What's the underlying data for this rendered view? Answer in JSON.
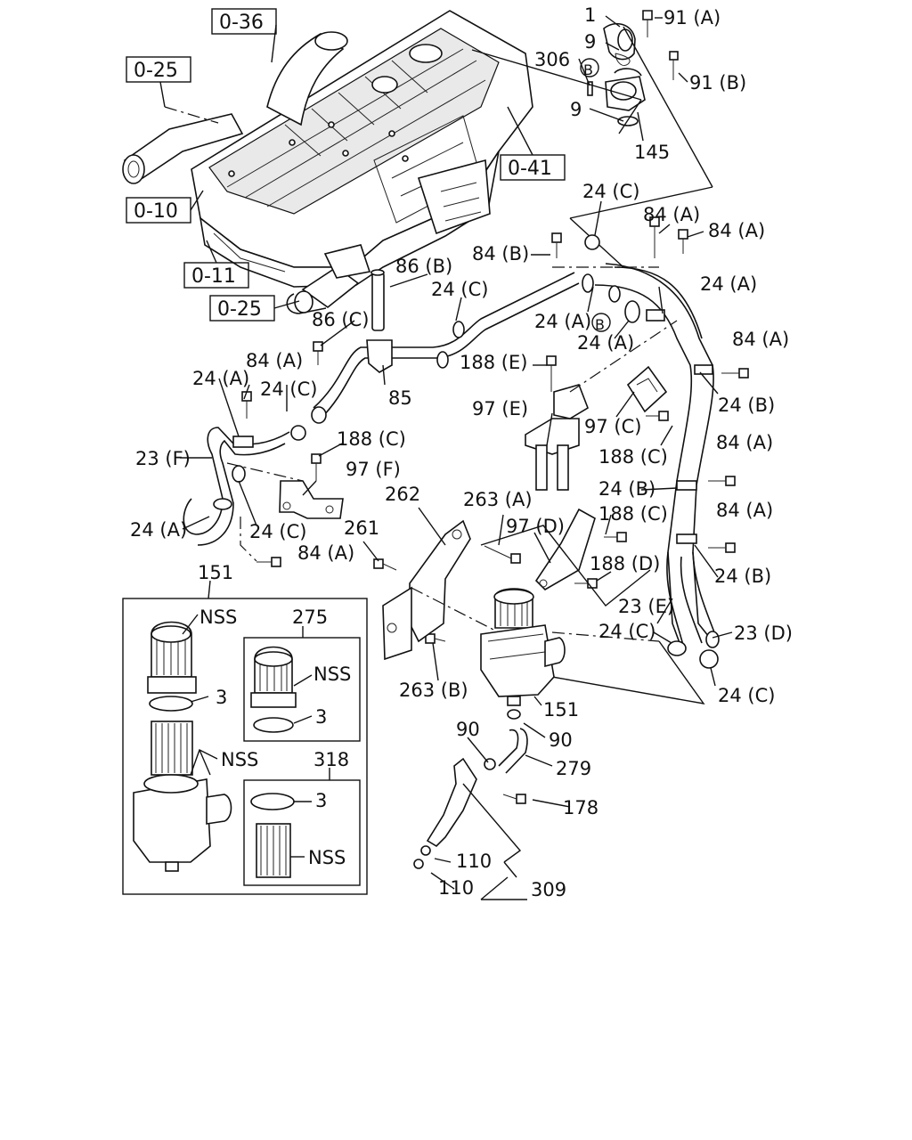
{
  "ref_boxes": [
    "0-36",
    "0-25",
    "0-41",
    "0-10",
    "0-11",
    "0-25"
  ],
  "callouts": {
    "c1": "1",
    "c91a": "91 (A)",
    "c9a": "9",
    "c306": "306",
    "cB1": "B",
    "c91b": "91 (B)",
    "c9b": "9",
    "c145": "145",
    "c24c_1": "24 (C)",
    "c84a_1": "84 (A)",
    "c84b": "84 (B)",
    "c84a_2": "84 (A)",
    "c86b": "86 (B)",
    "c24c_2": "24 (C)",
    "c24a_1": "24 (A)",
    "cB2": "B",
    "c24a_2": "24 (A)",
    "c24a_3": "24 (A)",
    "c86c": "86 (C)",
    "c188e": "188 (E)",
    "c84a_3": "84 (A)",
    "c84a_4": "84 (A)",
    "c24a_4": "24 (A)",
    "c24c_3": "24 (C)",
    "c85": "85",
    "c97e": "97 (E)",
    "c97c": "97 (C)",
    "c24b_1": "24 (B)",
    "c188c_1": "188 (C)",
    "c23f": "23 (F)",
    "c97f": "97 (F)",
    "c188c_2": "188 (C)",
    "c84a_5": "84 (A)",
    "c262": "262",
    "c263a": "263 (A)",
    "c24b_2": "24 (B)",
    "c24a_5": "24 (A)",
    "c24c_4": "24 (C)",
    "c261": "261",
    "c97d": "97 (D)",
    "c188c_3": "188 (C)",
    "c84a_6": "84 (A)",
    "c84a_7": "84 (A)",
    "c188d": "188 (D)",
    "c24b_3": "24 (B)",
    "c151_top": "151",
    "c23e": "23 (E)",
    "c275": "275",
    "c24c_5": "24 (C)",
    "c23d": "23 (D)",
    "cnss1": "NSS",
    "cnss2": "NSS",
    "c3_1": "3",
    "c3_2": "3",
    "c263b": "263 (B)",
    "c24c_6": "24 (C)",
    "c151_pump": "151",
    "cnss3": "NSS",
    "c90_1": "90",
    "c90_2": "90",
    "c318": "318",
    "c279": "279",
    "c3_3": "3",
    "c178": "178",
    "cnss4": "NSS",
    "c110_1": "110",
    "c110_2": "110",
    "c309": "309"
  }
}
